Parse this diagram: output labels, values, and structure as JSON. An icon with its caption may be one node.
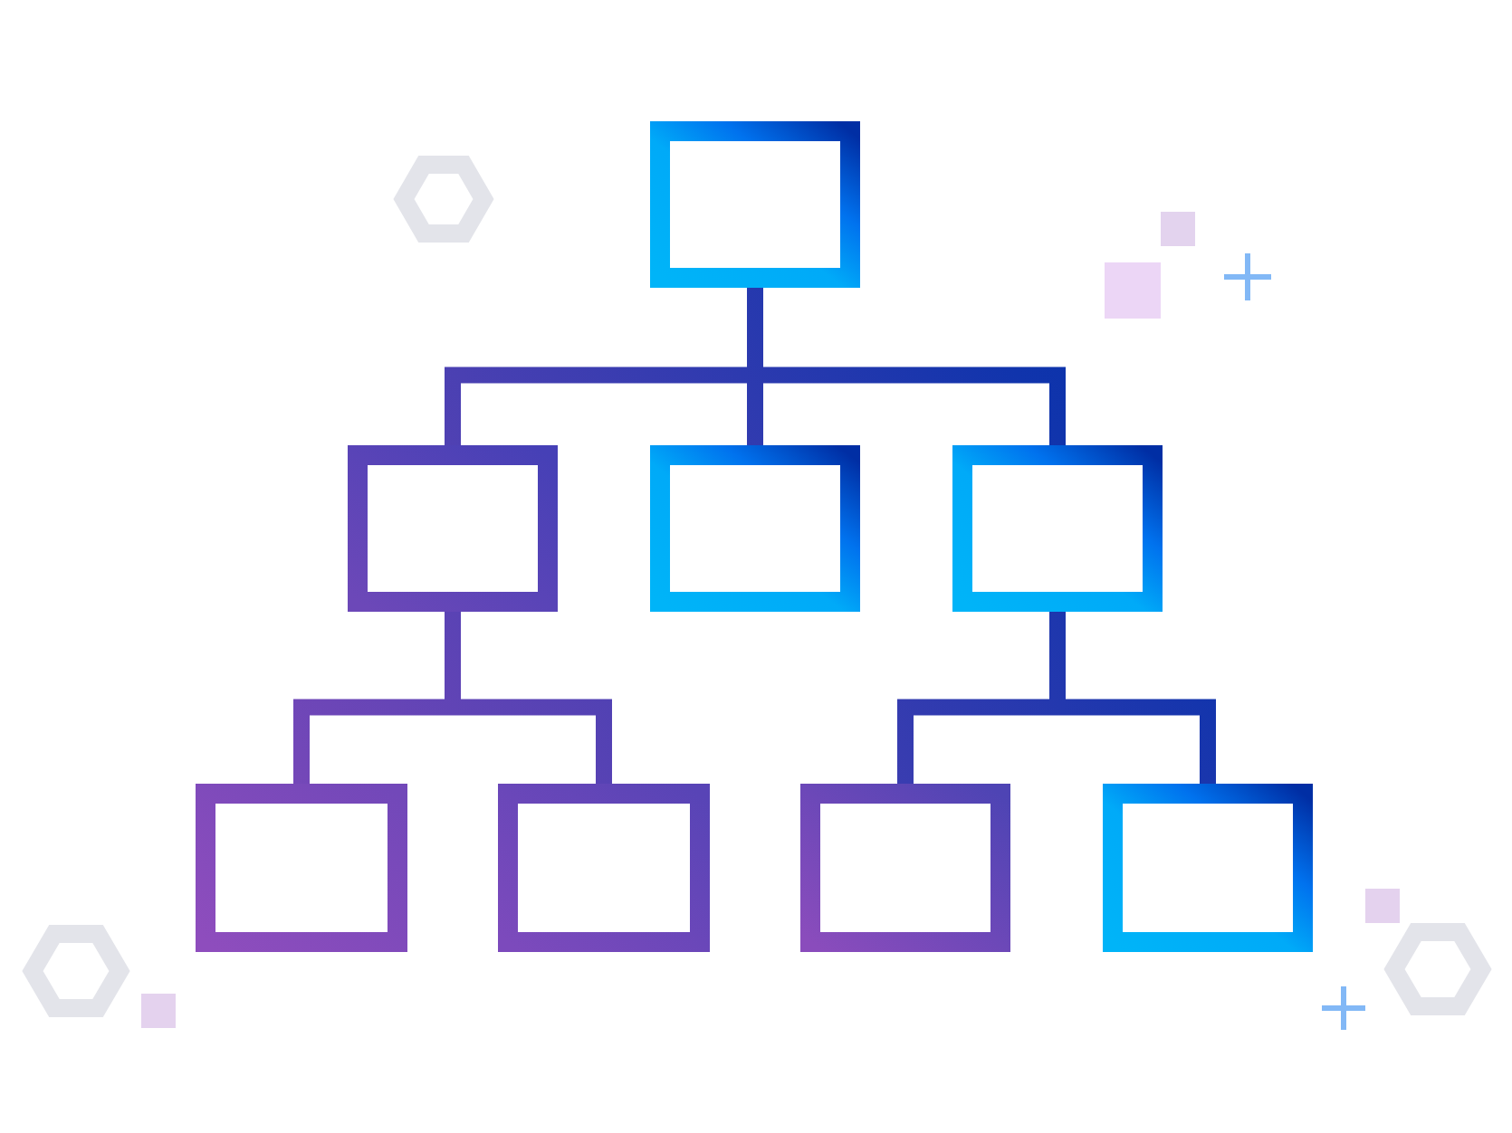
{
  "diagram": {
    "nodes": [
      {
        "text": [],
        "shape": "box"
      },
      {
        "text": [],
        "shape": "box"
      },
      {
        "text": [],
        "shape": "box"
      },
      {
        "text": [],
        "shape": "box"
      },
      {
        "text": [],
        "shape": "box"
      },
      {
        "text": [],
        "shape": "box"
      },
      {
        "text": [],
        "shape": "box"
      },
      {
        "text": [],
        "shape": "box"
      }
    ],
    "edges": [
      {
        "from": 0,
        "to": 1,
        "arrow": "none"
      },
      {
        "from": 0,
        "to": 2,
        "arrow": "none"
      },
      {
        "from": 0,
        "to": 3,
        "arrow": "none"
      },
      {
        "from": 1,
        "to": 4,
        "arrow": "none"
      },
      {
        "from": 1,
        "to": 5,
        "arrow": "none"
      },
      {
        "from": 3,
        "to": 6,
        "arrow": "none"
      },
      {
        "from": 3,
        "to": 7,
        "arrow": "none"
      }
    ]
  }
}
